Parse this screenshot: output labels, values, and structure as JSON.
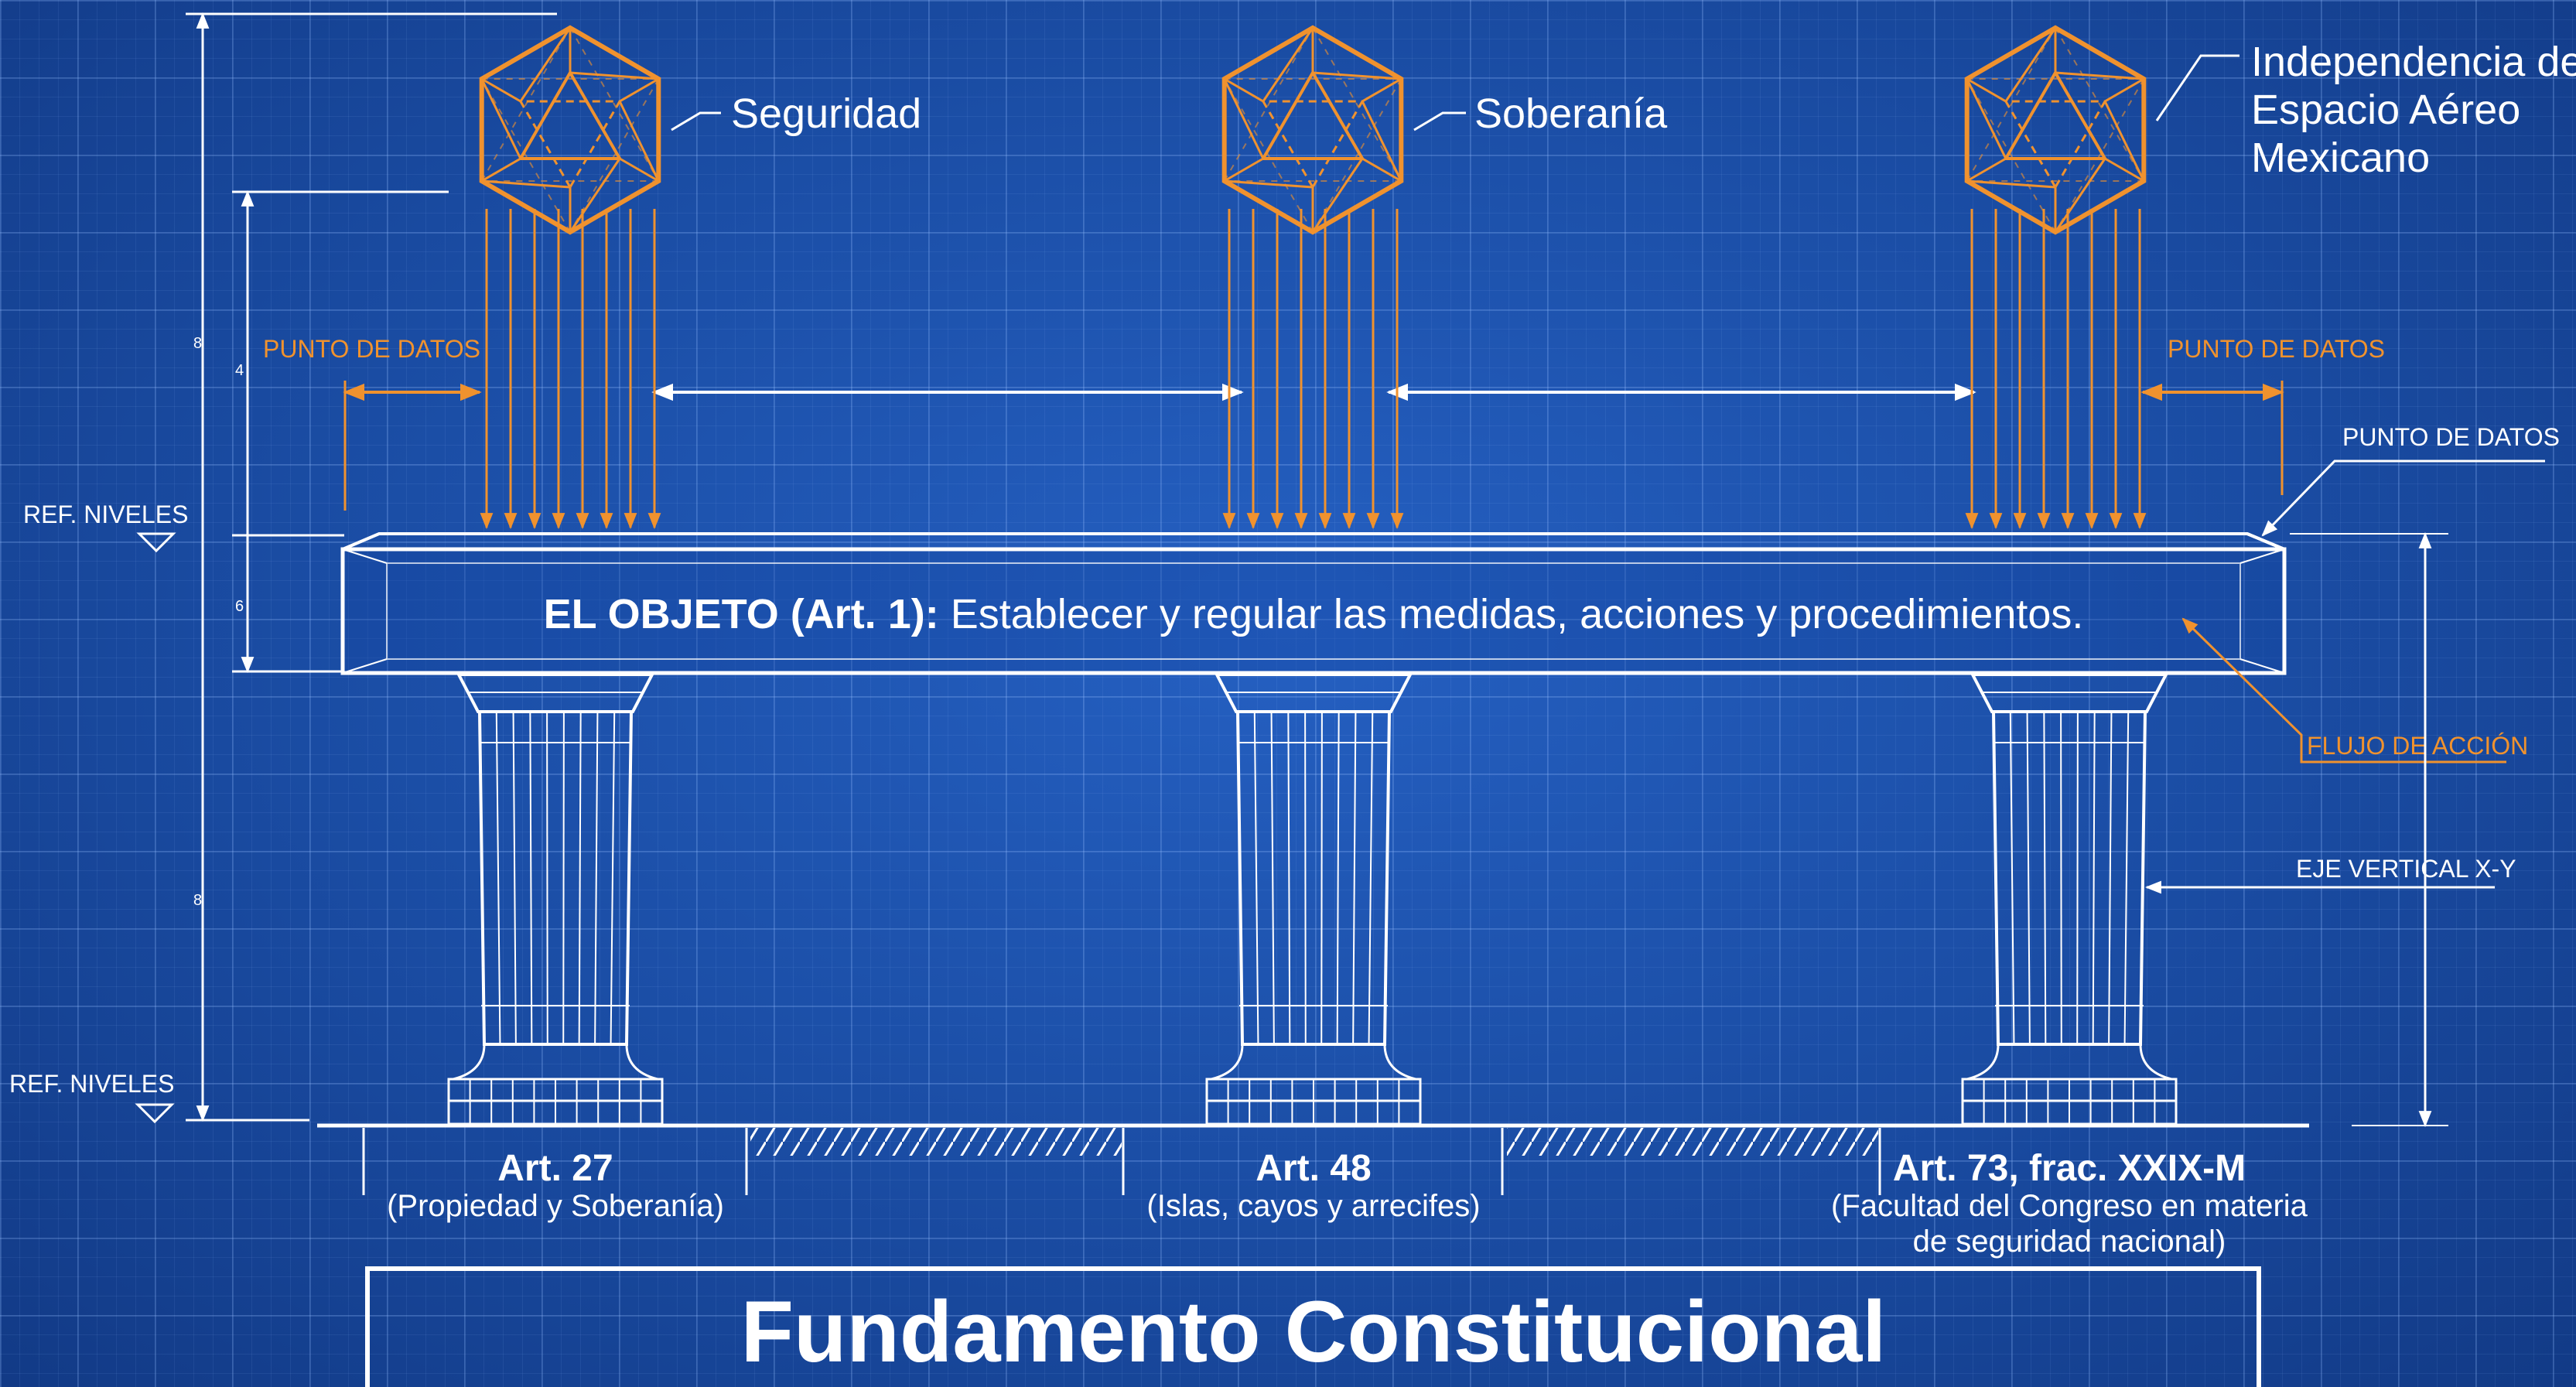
{
  "values": {
    "seguridad": "Seguridad",
    "soberania": "Soberanía",
    "independencia": [
      "Independencia del",
      "Espacio Aéreo",
      "Mexicano"
    ]
  },
  "beam": {
    "bold": "EL OBJETO (Art. 1):",
    "text": " Establecer y regular las medidas, acciones y procedimientos."
  },
  "annotations": {
    "punto_de_datos": "PUNTO DE DATOS",
    "ref_niveles": "REF. NIVELES",
    "flujo_de_accion": "FLUJO DE ACCIÓN",
    "eje_vertical": "EJE VERTICAL X-Y"
  },
  "dimension_marks": [
    "8",
    "4",
    "6",
    "8"
  ],
  "articles": [
    {
      "title": "Art. 27",
      "sub": [
        "(Propiedad y Soberanía)"
      ]
    },
    {
      "title": "Art. 48",
      "sub": [
        "(Islas, cayos y arrecifes)"
      ]
    },
    {
      "title": "Art. 73, frac. XXIX-M",
      "sub": [
        "(Facultad del Congreso en materia",
        "de seguridad nacional)"
      ]
    }
  ],
  "title": "Fundamento Constitucional",
  "colors": {
    "background": "#1a4fa8",
    "line": "#ffffff",
    "accent": "#f0922e"
  }
}
